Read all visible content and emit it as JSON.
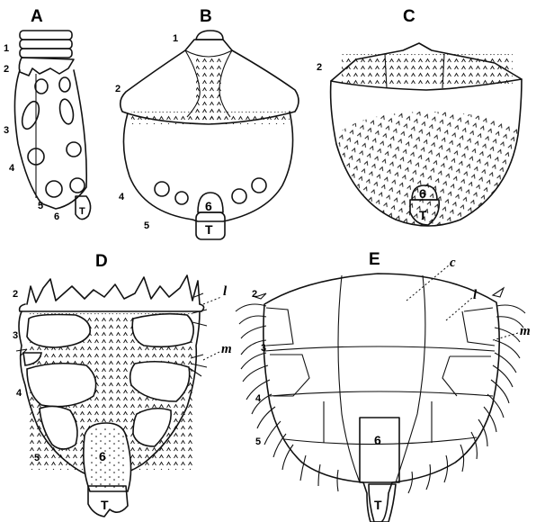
{
  "panels": {
    "A": {
      "letter": "A",
      "segments": [
        "1",
        "2",
        "3",
        "4",
        "5",
        "6"
      ],
      "telson": "T"
    },
    "B": {
      "letter": "B",
      "segments": [
        "1",
        "2",
        "4",
        "5"
      ],
      "segment6": "6",
      "telson": "T"
    },
    "C": {
      "letter": "C",
      "segments": [
        "2"
      ],
      "segment6": "6",
      "telson": "T"
    },
    "D": {
      "letter": "D",
      "segments": [
        "2",
        "3",
        "4",
        "5"
      ],
      "segment6": "6",
      "telson": "T",
      "labels": {
        "l": "l",
        "m": "m"
      }
    },
    "E": {
      "letter": "E",
      "segments": [
        "2",
        "3",
        "4",
        "5"
      ],
      "segment6": "6",
      "telson": "T",
      "labels": {
        "c": "c",
        "l": "l",
        "m": "m"
      }
    }
  }
}
